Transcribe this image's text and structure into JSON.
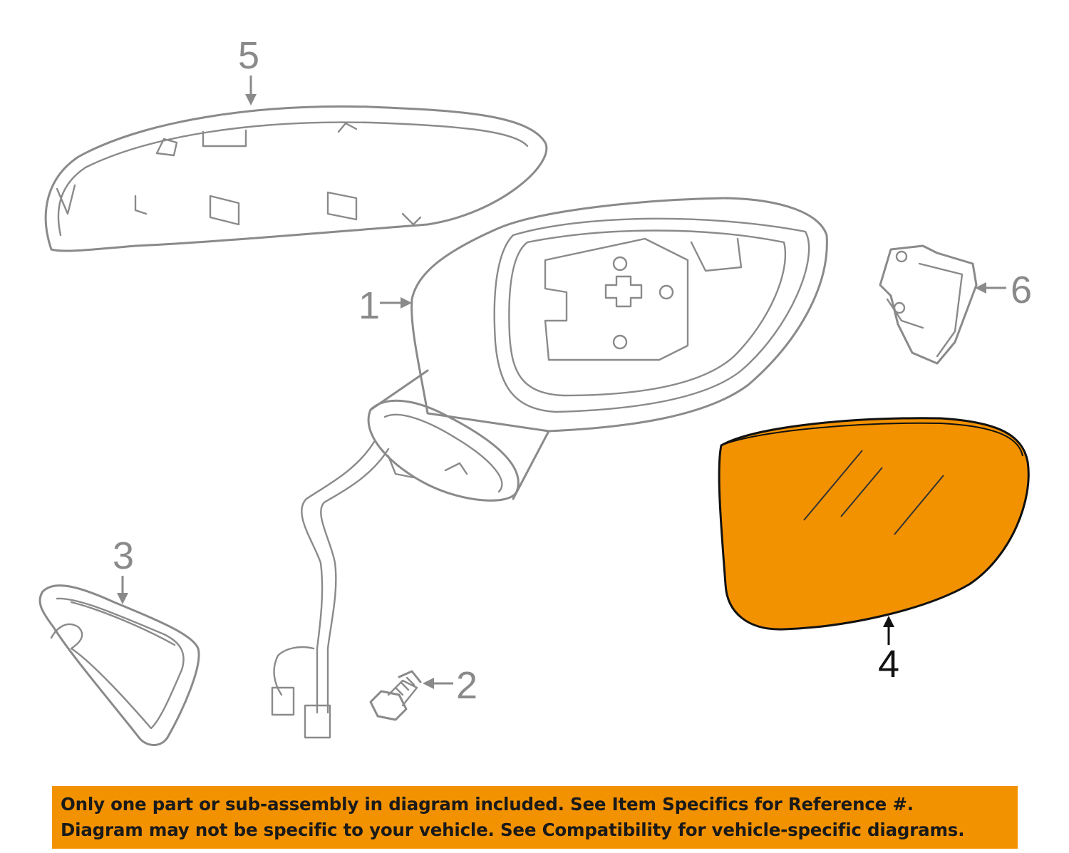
{
  "diagram": {
    "callouts": {
      "part_1": "1",
      "part_2": "2",
      "part_3": "3",
      "part_4": "4",
      "part_5": "5",
      "part_6": "6"
    },
    "highlight_color": "#f39200"
  },
  "notice": {
    "line1": "Only one part or sub-assembly in diagram included. See Item Specifics for Reference #.",
    "line2": "Diagram may not be specific to your vehicle. See Compatibility for vehicle-specific diagrams."
  }
}
